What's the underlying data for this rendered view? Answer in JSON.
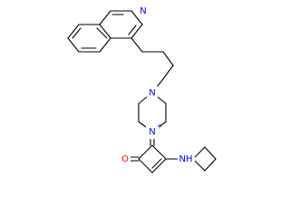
{
  "colors": {
    "background": "#ffffff",
    "bond": "#000000",
    "nitrogen": "#0000ff",
    "oxygen": "#ff0000",
    "carbon": "#000000"
  },
  "molecule": {
    "atoms": {
      "quinoline_n": {
        "symbol": "N",
        "charge": ""
      },
      "piperazine_n_top": {
        "symbol": "N",
        "charge": ""
      },
      "piperazine_n_iminium": {
        "symbol": "N",
        "charge": "+"
      },
      "amine_nh": {
        "symbol": "NH",
        "charge": ""
      },
      "carbonyl_o": {
        "symbol": "O",
        "charge": ""
      }
    }
  }
}
